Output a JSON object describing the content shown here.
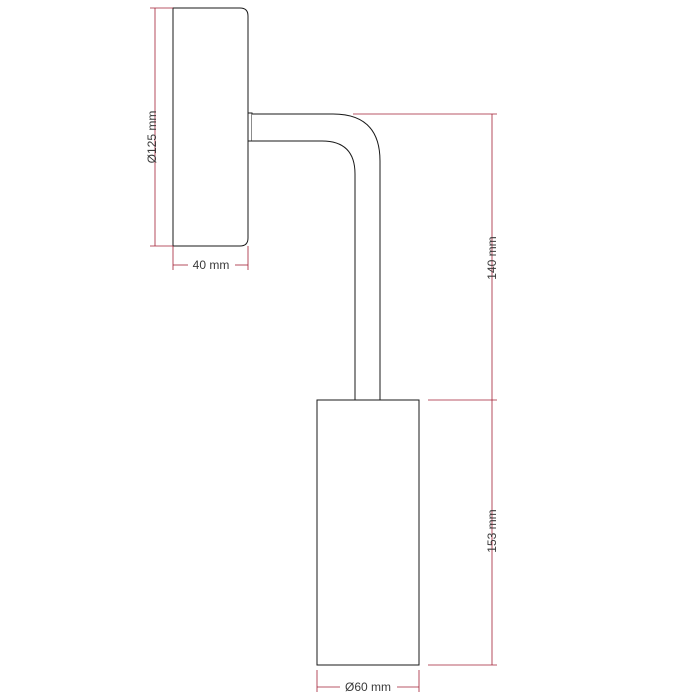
{
  "colors": {
    "outline": "#1a1a1a",
    "dimension": "#a31f34",
    "dimension_text": "#3a3a3a"
  },
  "dimensions": {
    "base_diameter": "Ø125 mm",
    "base_depth": "40 mm",
    "arm_height": "140 mm",
    "shade_height": "153 mm",
    "shade_diameter": "Ø60 mm"
  }
}
